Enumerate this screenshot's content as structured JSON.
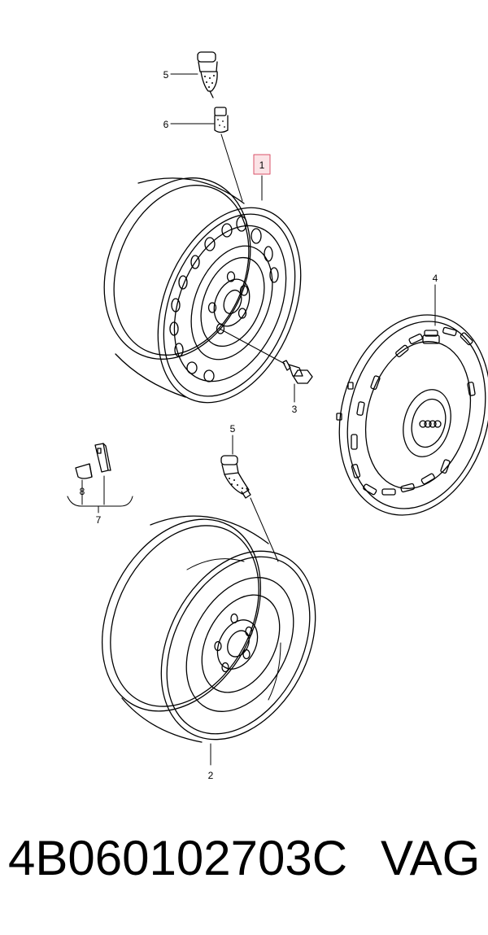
{
  "callouts": {
    "c1": "1",
    "c2": "2",
    "c3": "3",
    "c4": "4",
    "c5a": "5",
    "c5b": "5",
    "c6": "6",
    "c7": "7",
    "c8": "8"
  },
  "footer": {
    "part_number": "4B060102703C",
    "brand": "VAG"
  },
  "colors": {
    "line": "#000000",
    "highlight_fill": "#fbe3e6",
    "highlight_stroke": "#d9536a"
  }
}
